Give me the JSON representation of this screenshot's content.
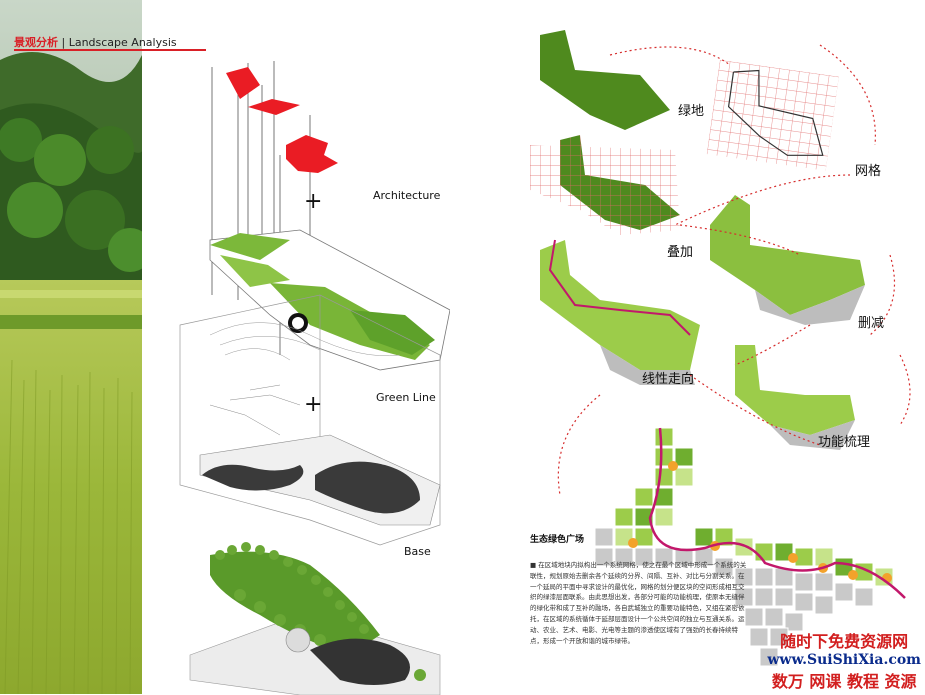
{
  "header": {
    "title_cn": "景观分析",
    "title_en": "| Landscape Analysis"
  },
  "layers": {
    "architecture": "Architecture",
    "green_line": "Green Line",
    "base": "Base",
    "plus": "+"
  },
  "steps": {
    "greenland": "绿地",
    "grid": "网格",
    "overlay": "叠加",
    "subtract": "删减",
    "linear": "线性走向",
    "function": "功能梳理"
  },
  "section": {
    "title": "生态绿色广场",
    "body": "■ 在区域地块内拟构出一个系统网格，使之在最个区域中形成一个系统的关联性，规划原始去删余各个延续的分界、间隔、互补、对比与分割关系。在一个延局的平面中寻求设计的最优化，网格的划分便区块的空间形成相互交织的绿漆层面联系。由此思想出发，各部分可能的功能梳理，使原本无缝伴的绿化带和成了互补的融场，各自武城独立的重要功能特色，又组在紧密依托，在区域的系统循体于延部层面设计一个公共空间的独立与互通关系。运动、农业、艺术、电影、光电等主题的渗透使区域有了强劲的长春持续特点，形成一个开放和谐的城市绿带。"
  },
  "watermark": {
    "line1": "随时下免费资源网",
    "line2": "www.SuiShiXia.com",
    "line3": "数万 网课 教程 资源"
  },
  "colors": {
    "accent_red": "#d92027",
    "green_dark": "#4f8a1e",
    "green_light": "#9ccc4a",
    "grid_gray": "#b9b9b9",
    "route_magenta": "#c2186b"
  }
}
